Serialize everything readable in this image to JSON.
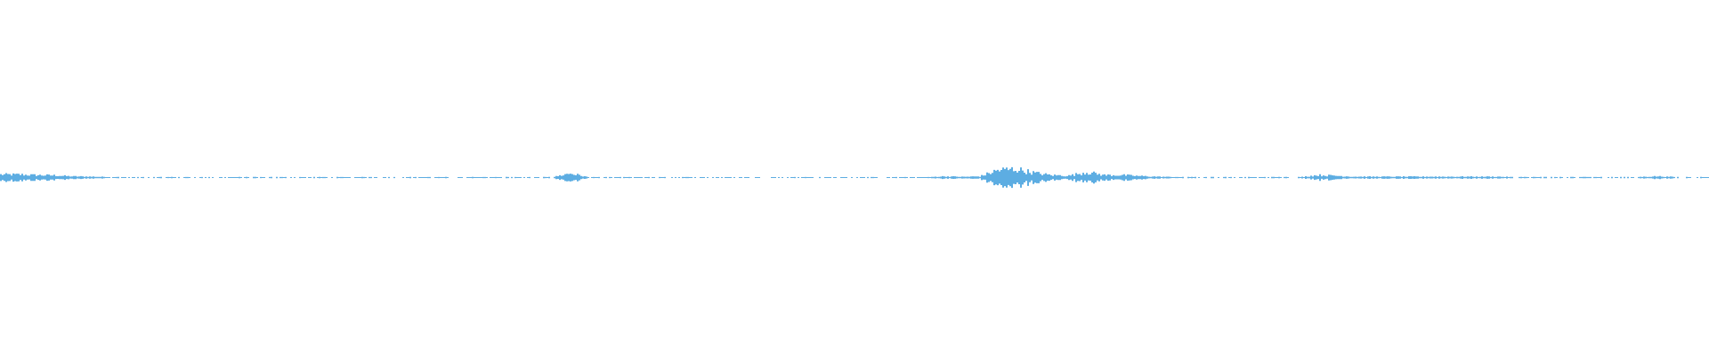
{
  "waveform": {
    "color": "#5dade2",
    "background": "#ffffff",
    "channels": 1,
    "envelope_peak_amplitude_fraction": [
      0.025,
      0.025,
      0.02,
      0.018,
      0.01,
      0.008,
      0.005,
      0.0035,
      0.0035,
      0.0035,
      0.0035,
      0.0035,
      0.0035,
      0.0035,
      0.0035,
      0.0035,
      0.0035,
      0.0035,
      0.0035,
      0.0035,
      0.0035,
      0.0035,
      0.0035,
      0.0035,
      0.0035,
      0.0035,
      0.0035,
      0.0035,
      0.0035,
      0.0035,
      0.0035,
      0.0035,
      0.035,
      0.003,
      0.003,
      0.003,
      0.003,
      0.003,
      0.003,
      0.003,
      0.003,
      0.003,
      0.003,
      0.003,
      0.003,
      0.003,
      0.003,
      0.003,
      0.003,
      0.003,
      0.003,
      0.003,
      0.003,
      0.01,
      0.006,
      0.01,
      0.06,
      0.07,
      0.04,
      0.02,
      0.015,
      0.045,
      0.02,
      0.02,
      0.0125,
      0.0075,
      0.004,
      0.004,
      0.004,
      0.004,
      0.004,
      0.004,
      0.004,
      0.004,
      0.02,
      0.015,
      0.0075,
      0.0075,
      0.0075,
      0.0075,
      0.0075,
      0.0075,
      0.0075,
      0.0075,
      0.0075,
      0.004,
      0.004,
      0.004,
      0.004,
      0.004,
      0.004,
      0.004,
      0.005,
      0.01,
      0.005,
      0.004
    ]
  }
}
